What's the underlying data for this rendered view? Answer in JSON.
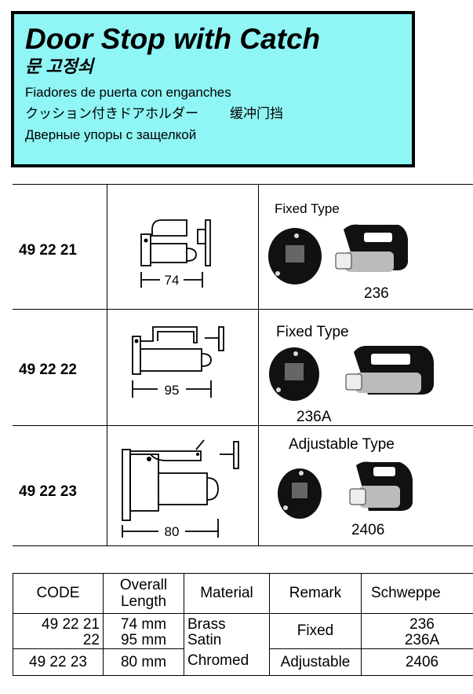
{
  "header": {
    "title": "Door Stop with Catch",
    "title_korean": "문 고정쇠",
    "title_spanish": "Fiadores de puerta con enganches",
    "title_japanese": "クッション付きドアホルダー",
    "title_chinese": "缓冲门挡",
    "title_russian": "Дверные упоры с защелкой"
  },
  "products": [
    {
      "code": "49 22 21",
      "dimension": "74",
      "type": "Fixed Type",
      "model": "236"
    },
    {
      "code": "49 22 22",
      "dimension": "95",
      "type": "Fixed Type",
      "model": "236A"
    },
    {
      "code": "49 22 23",
      "dimension": "80",
      "type": "Adjustable Type",
      "model": "2406"
    }
  ],
  "spec_table": {
    "headers": [
      "CODE",
      "Overall Length",
      "Material",
      "Remark",
      "Schweppe"
    ],
    "rows": [
      {
        "code": "49 22 21",
        "length": "74 mm",
        "material": "Brass",
        "remark": "Fixed",
        "schweppe": "236"
      },
      {
        "code": "22",
        "length": "95 mm",
        "material": "Satin",
        "remark": "",
        "schweppe": "236A"
      },
      {
        "code": "49 22 23",
        "length": "80 mm",
        "material": "Chromed",
        "remark": "Adjustable",
        "schweppe": "2406"
      }
    ]
  },
  "colors": {
    "title_bg": "#8ff5f5",
    "ink": "#000000"
  }
}
